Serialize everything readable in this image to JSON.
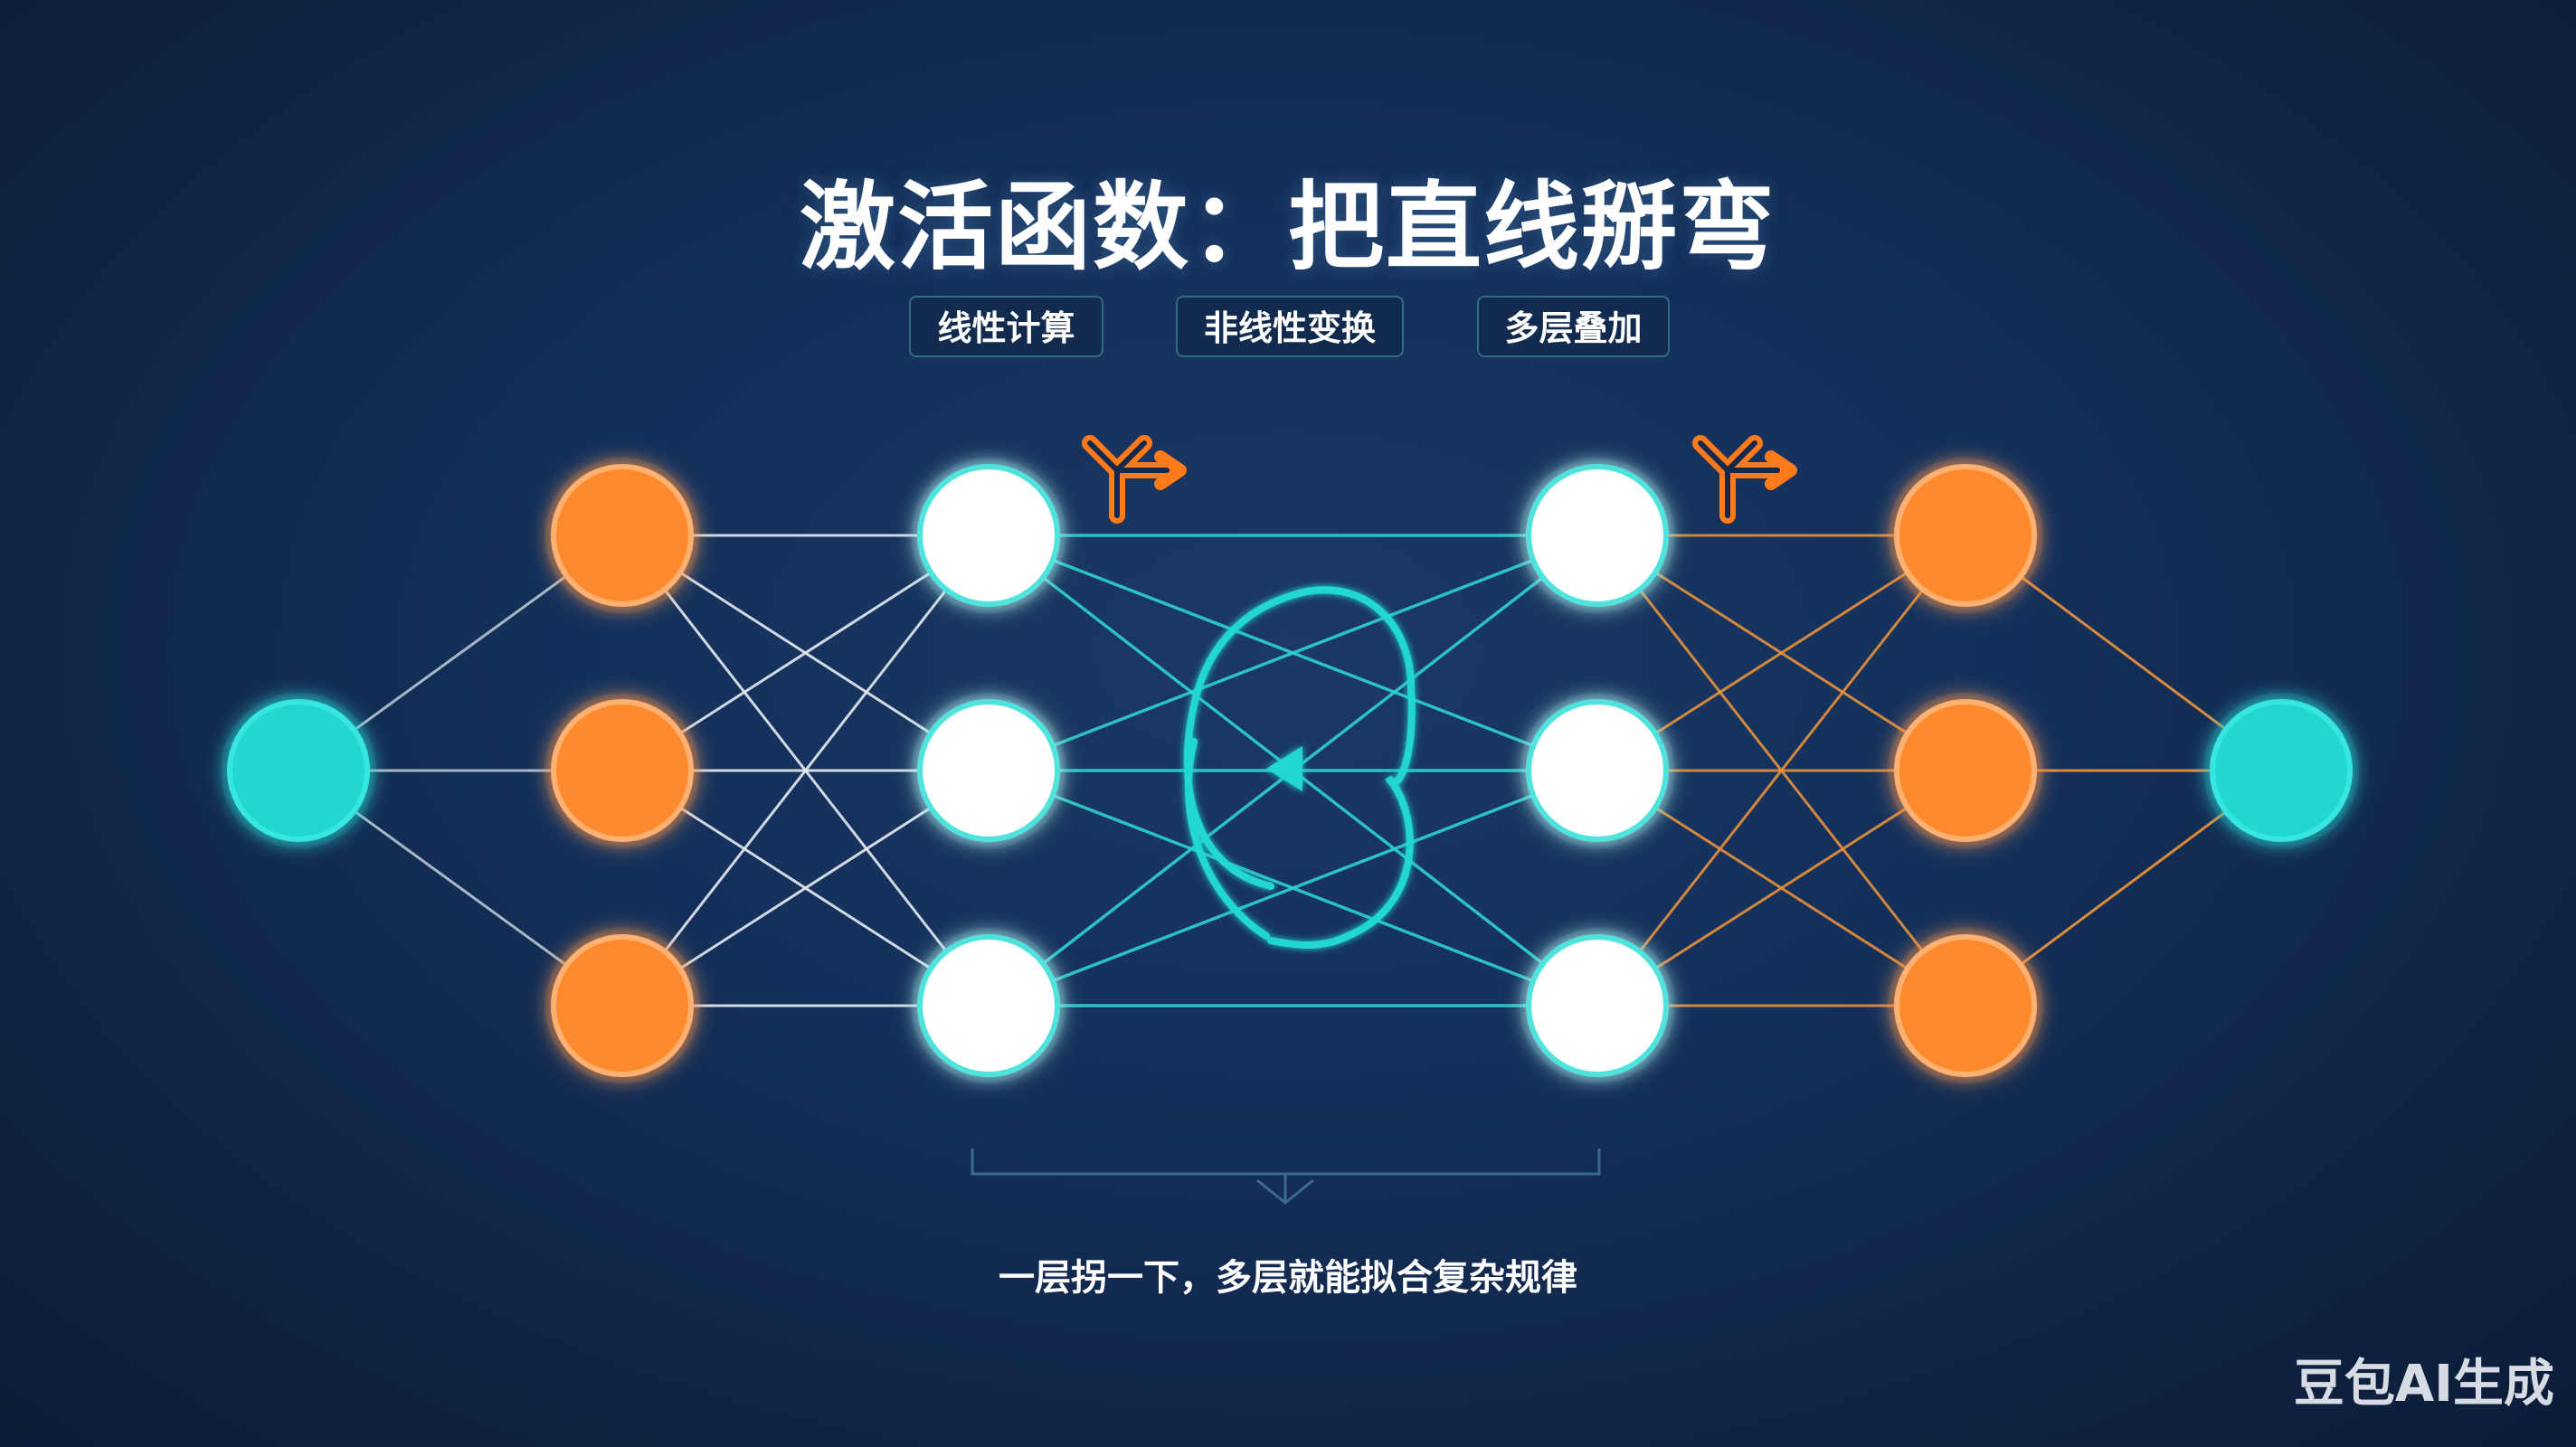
{
  "title": "激活函数：把直线掰弯",
  "tags": [
    "线性计算",
    "非线性变换",
    "多层叠加"
  ],
  "caption": "一层拐一下，多层就能拟合复杂规律",
  "watermark": "豆包AI生成",
  "colors": {
    "cyan": "#22d6d2",
    "orange": "#ff8a2f",
    "white": "#ffffff",
    "background": "#13284a"
  },
  "icons": [
    "turn-arrow-icon",
    "curve-loop-icon",
    "brace-icon"
  ]
}
